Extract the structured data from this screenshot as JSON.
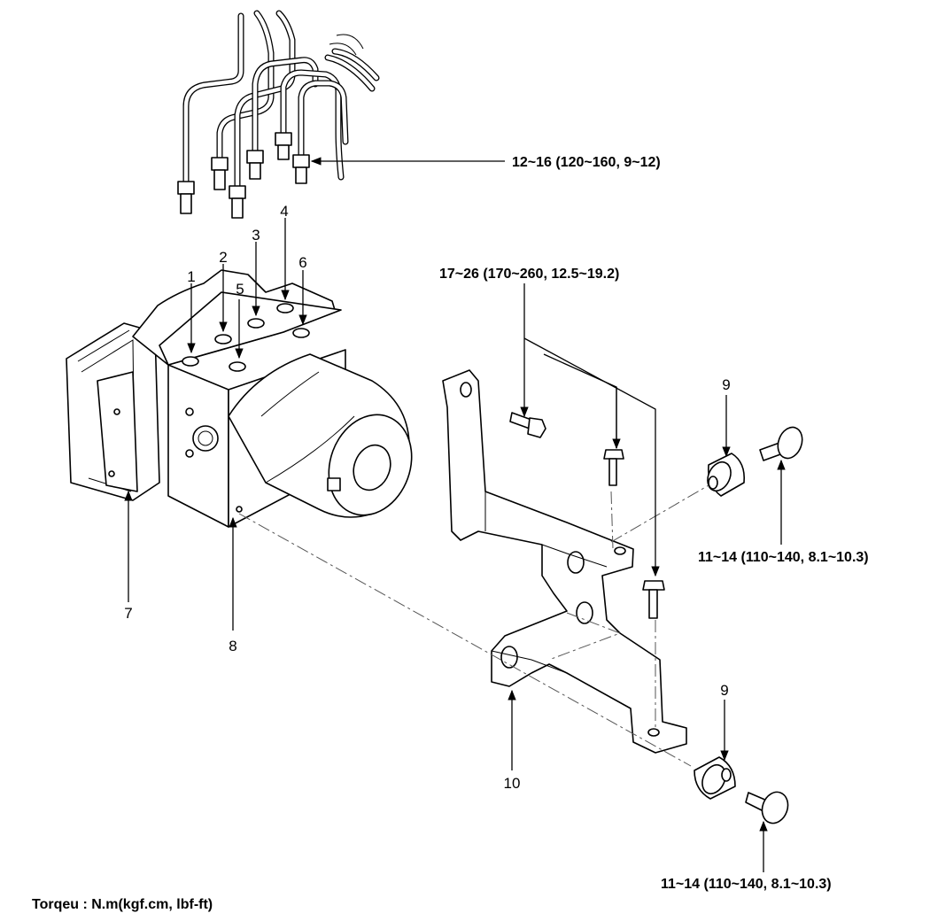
{
  "callouts": {
    "c1": "1",
    "c2": "2",
    "c3": "3",
    "c4": "4",
    "c5": "5",
    "c6": "6",
    "c7": "7",
    "c8": "8",
    "c9a": "9",
    "c9b": "9",
    "c10": "10"
  },
  "torques": {
    "brake_tube_nuts": "12~16 (120~160, 9~12)",
    "bracket_bolts": "17~26 (170~260, 12.5~19.2)",
    "mount_bolt_upper": "11~14 (110~140, 8.1~10.3)",
    "mount_bolt_lower": "11~14 (110~140, 8.1~10.3)"
  },
  "footnote": "Torqeu : N.m(kgf.cm, lbf-ft)"
}
